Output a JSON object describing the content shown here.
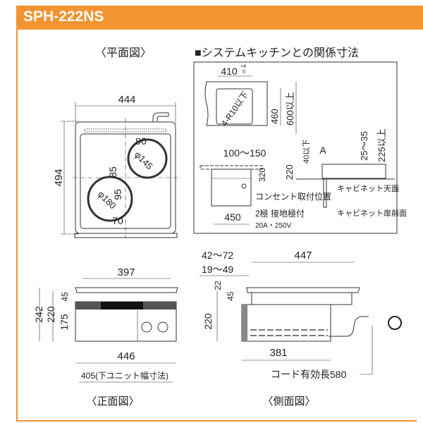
{
  "header": {
    "model": "SPH-222NS",
    "accent_color": "#f39432"
  },
  "plan_view": {
    "title": "〈平面図〉",
    "width": "444",
    "depth": "494",
    "d1": "90",
    "burner_small": "φ145",
    "d2": "85",
    "d3": "95",
    "burner_large": "φ180",
    "d4": "70"
  },
  "kitchen": {
    "title": "■システムキッチンとの関係寸法",
    "cut_width": "410",
    "tol_plus": "+4",
    "tol_zero": "0",
    "corner": "4-R10以下",
    "cut_depth": "460",
    "depth_min": "600以上",
    "outlet_range": "100〜150",
    "outlet_height": "320",
    "cabinet_depth": "450",
    "outlet_label": "コンセント取付位置",
    "outlet_spec1": "2極 接地極付",
    "outlet_spec2": "20A・250V",
    "max40": "40以下",
    "a_label": "A",
    "h220": "220",
    "r25_35": "25〜35",
    "min225": "225以上",
    "cabinet_top": "キャビネット天面",
    "cabinet_front": "キャビネット扉前面"
  },
  "front_view": {
    "title": "〈正面図〉",
    "top_width": "397",
    "h242": "242",
    "h220": "220",
    "h45": "45",
    "h175": "175",
    "width": "446",
    "unit_width": "405(下ユニット幅寸法)"
  },
  "side_view": {
    "title": "〈側面図〉",
    "r42_72": "42〜72",
    "depth": "447",
    "r19_49": "19〜49",
    "h22": "22",
    "h45": "45",
    "h220": "220",
    "body_depth": "381",
    "cord": "コード有効長580"
  }
}
